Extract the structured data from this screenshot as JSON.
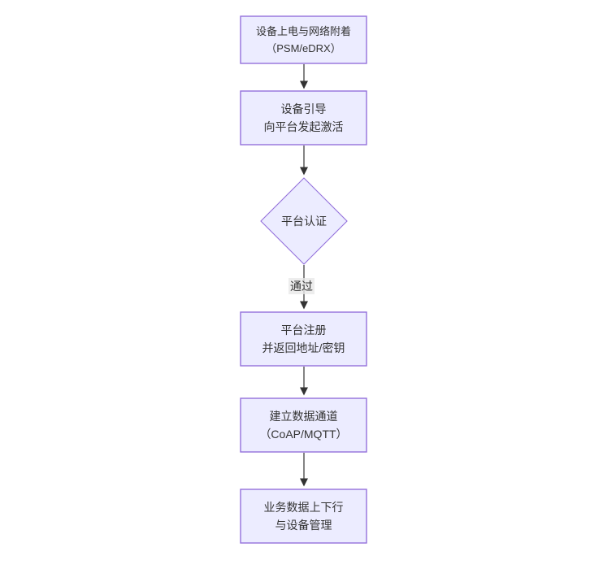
{
  "diagram": {
    "type": "flowchart",
    "direction": "top-down",
    "nodes": [
      {
        "id": "power-attach",
        "shape": "rect",
        "lines": [
          "设备上电与网络附着",
          "（PSM/eDRX）"
        ]
      },
      {
        "id": "bootstrap",
        "shape": "rect",
        "lines": [
          "设备引导",
          "向平台发起激活"
        ]
      },
      {
        "id": "platform-auth",
        "shape": "diamond",
        "lines": [
          "平台认证"
        ]
      },
      {
        "id": "platform-register",
        "shape": "rect",
        "lines": [
          "平台注册",
          "并返回地址/密钥"
        ]
      },
      {
        "id": "data-channel",
        "shape": "rect",
        "lines": [
          "建立数据通道",
          "（CoAP/MQTT）"
        ]
      },
      {
        "id": "business-data",
        "shape": "rect",
        "lines": [
          "业务数据上下行",
          "与设备管理"
        ]
      }
    ],
    "edges": [
      {
        "from": "power-attach",
        "to": "bootstrap",
        "label": ""
      },
      {
        "from": "bootstrap",
        "to": "platform-auth",
        "label": ""
      },
      {
        "from": "platform-auth",
        "to": "platform-register",
        "label": "通过"
      },
      {
        "from": "platform-register",
        "to": "data-channel",
        "label": ""
      },
      {
        "from": "data-channel",
        "to": "business-data",
        "label": ""
      }
    ],
    "colors": {
      "node_fill": "#ECECFF",
      "node_border": "#9370DB",
      "arrow": "#333333",
      "edge_label_bg": "#E8E8E8",
      "text": "#333333",
      "background": "#FFFFFF"
    }
  }
}
